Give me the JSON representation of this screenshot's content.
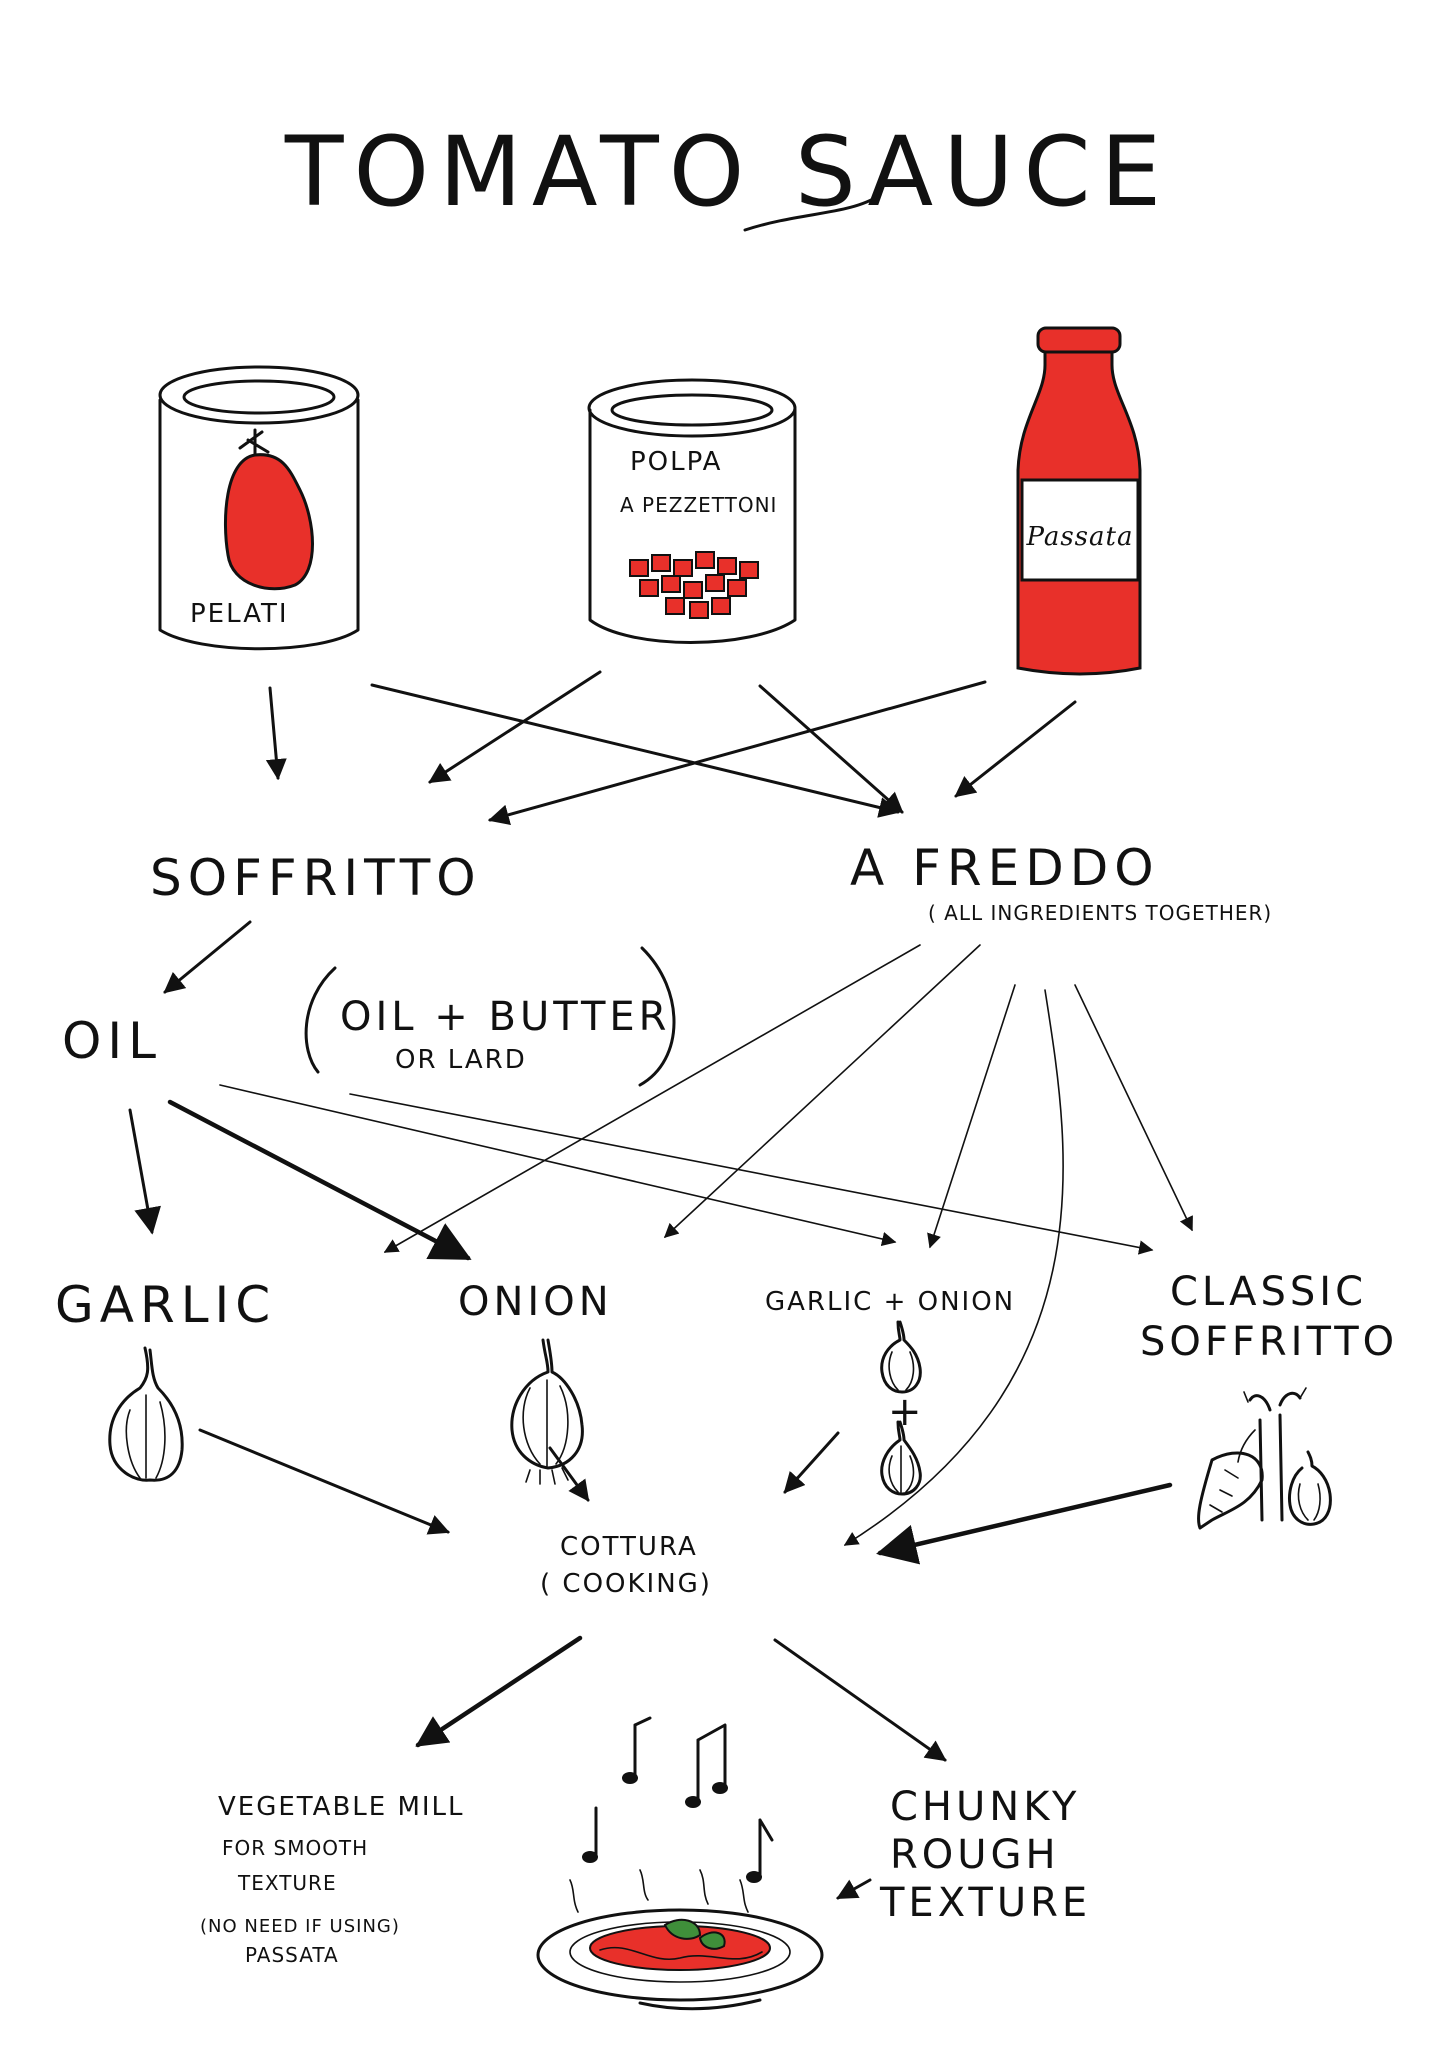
{
  "title": "TOMATO SAUCE",
  "products": {
    "pelati": "PELATI",
    "polpa_line1": "POLPA",
    "polpa_line2": "A PEZZETTONI",
    "passata": "Passata"
  },
  "methods": {
    "soffritto": "SOFFRITTO",
    "a_freddo": "A  FREDDO",
    "a_freddo_note": "( ALL INGREDIENTS TOGETHER)"
  },
  "fats": {
    "oil": "OIL",
    "oil_butter": "OIL + BUTTER",
    "or_lard": "OR LARD"
  },
  "bases": {
    "garlic": "GARLIC",
    "onion": "ONION",
    "garlic_onion": "GARLIC + ONION",
    "plus": "+",
    "classic_line1": "CLASSIC",
    "classic_line2": "SOFFRITTO"
  },
  "cooking": {
    "line1": "COTTURA",
    "line2": "( COOKING)"
  },
  "results": {
    "mill_line1": "VEGETABLE MILL",
    "mill_line2": "FOR SMOOTH",
    "mill_line3": "TEXTURE",
    "mill_note1": "(NO NEED IF USING)",
    "mill_note2": "PASSATA",
    "chunky_line1": "CHUNKY",
    "chunky_line2": "ROUGH",
    "chunky_line3": "TEXTURE"
  },
  "colors": {
    "ink": "#111111",
    "tomato_red": "#e8302a",
    "basil_green": "#3f8f3a"
  }
}
